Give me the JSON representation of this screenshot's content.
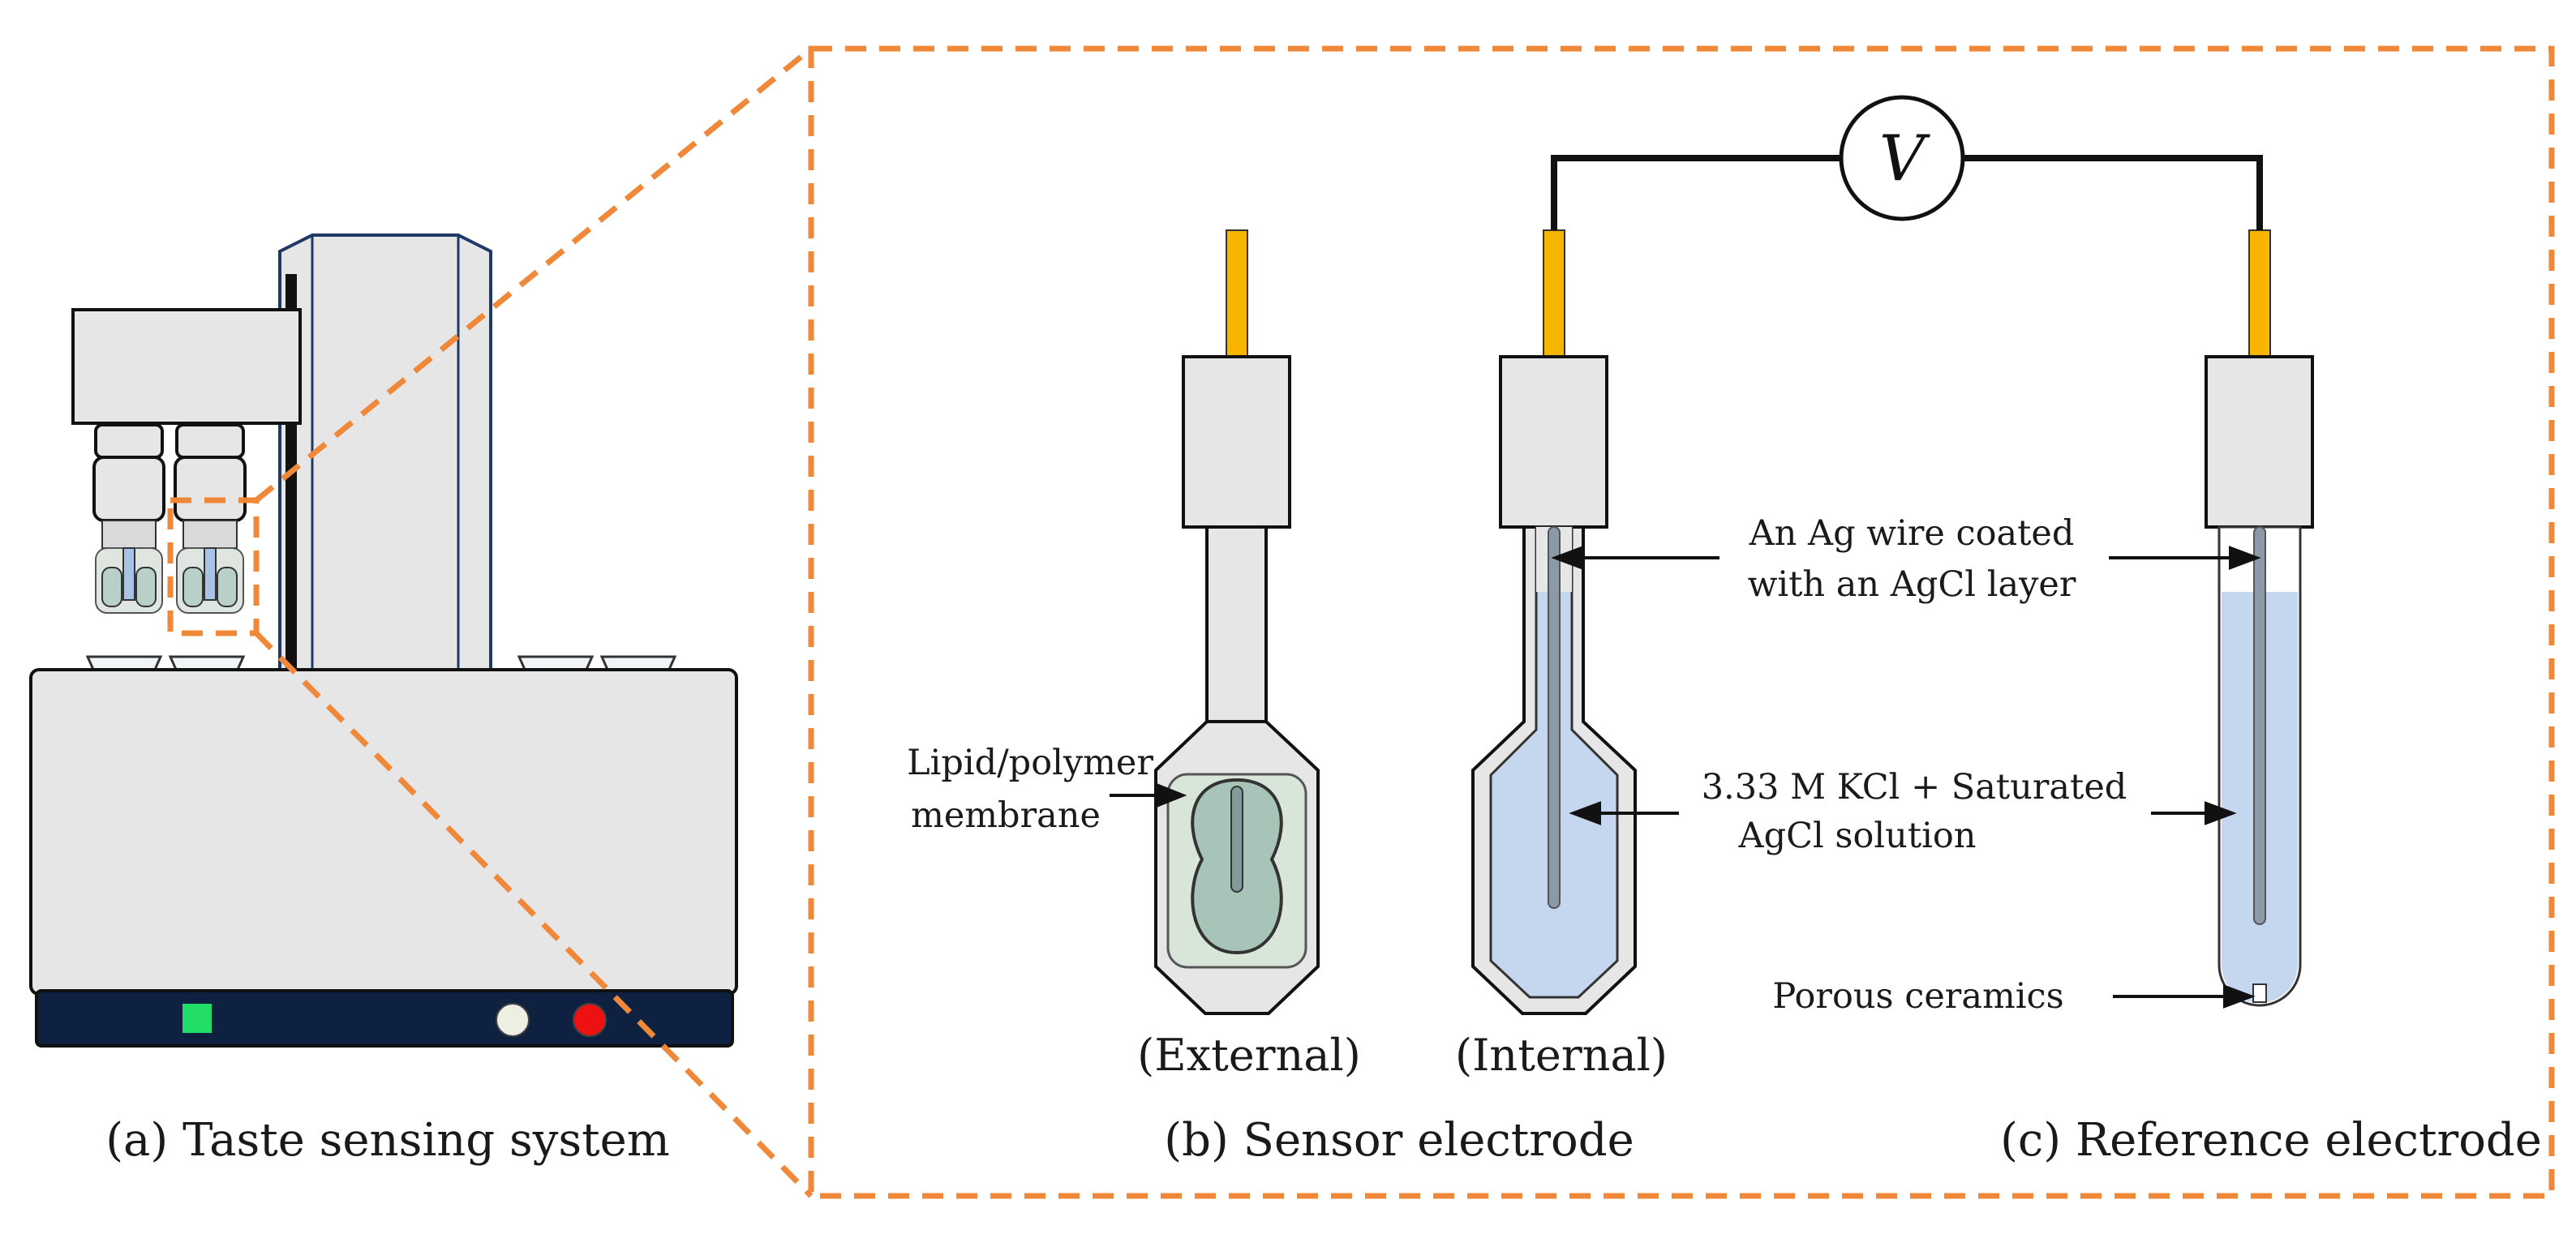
{
  "captions": {
    "panel_a": "(a) Taste sensing system",
    "panel_b": "(b) Sensor electrode",
    "panel_c": "(c) Reference electrode",
    "external": "(External)",
    "internal": "(Internal)"
  },
  "annotations": {
    "voltmeter_symbol": "V",
    "membrane_line1": "Lipid/polymer",
    "membrane_line2": "membrane",
    "ag_wire_line1": "An Ag wire coated",
    "ag_wire_line2": "with an AgCl layer",
    "kcl_line1": "3.33 M KCl + Saturated",
    "kcl_line2": "AgCl solution",
    "porous": "Porous ceramics"
  },
  "colors": {
    "highlight_dashes": "#f0883a",
    "instrument_body": "#e6e6e6",
    "instrument_base": "#0f2140",
    "power_button": "#22dd66",
    "white_button": "#efeee2",
    "red_button": "#ee1111",
    "connector": "#f7b500",
    "solution": "#c5d6ef",
    "membrane": "#a8c4b8"
  }
}
